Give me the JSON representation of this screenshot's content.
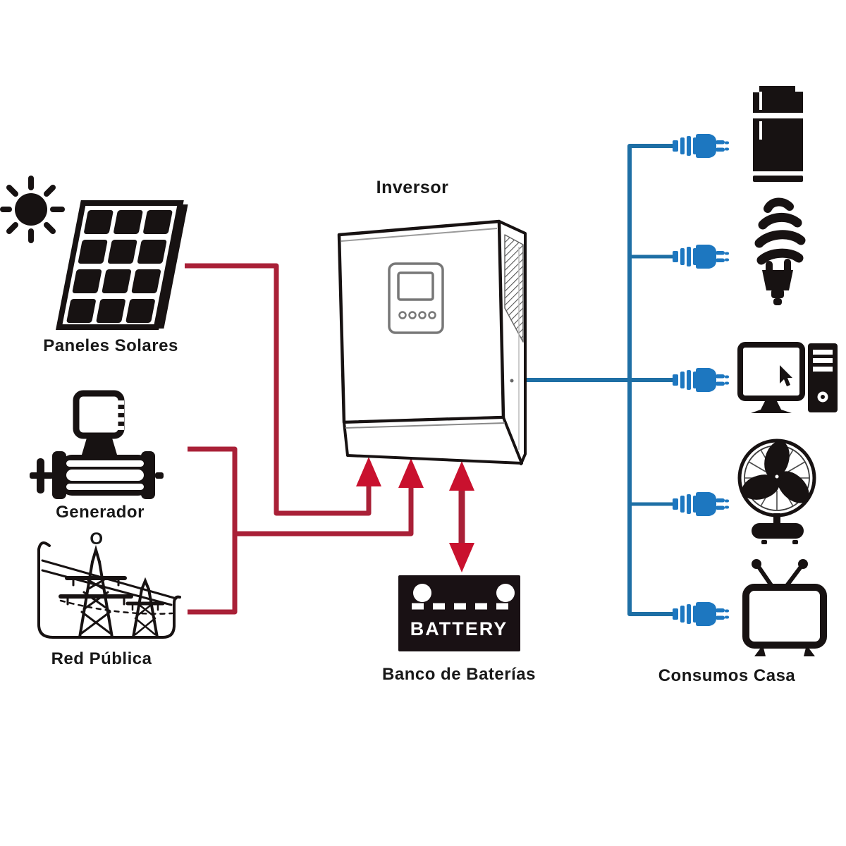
{
  "diagram": {
    "labels": {
      "inverter": "Inversor",
      "solar": "Paneles Solares",
      "generator": "Generador",
      "or": "O",
      "grid": "Red Pública",
      "battery": "Banco de Baterías",
      "loads": "Consumos Casa"
    },
    "battery_text": "BATTERY",
    "load_items": [
      "refrigerator",
      "cfl-bulb",
      "desktop-computer",
      "fan",
      "television"
    ],
    "source_items": [
      "solar-panels",
      "generator",
      "public-grid"
    ],
    "colors": {
      "source_line": "#a92037",
      "arrow_fill": "#c9112e",
      "load_line": "#1e6fa5",
      "plug_fill": "#1d77c0",
      "ink": "#171212",
      "background": "#ffffff"
    }
  }
}
